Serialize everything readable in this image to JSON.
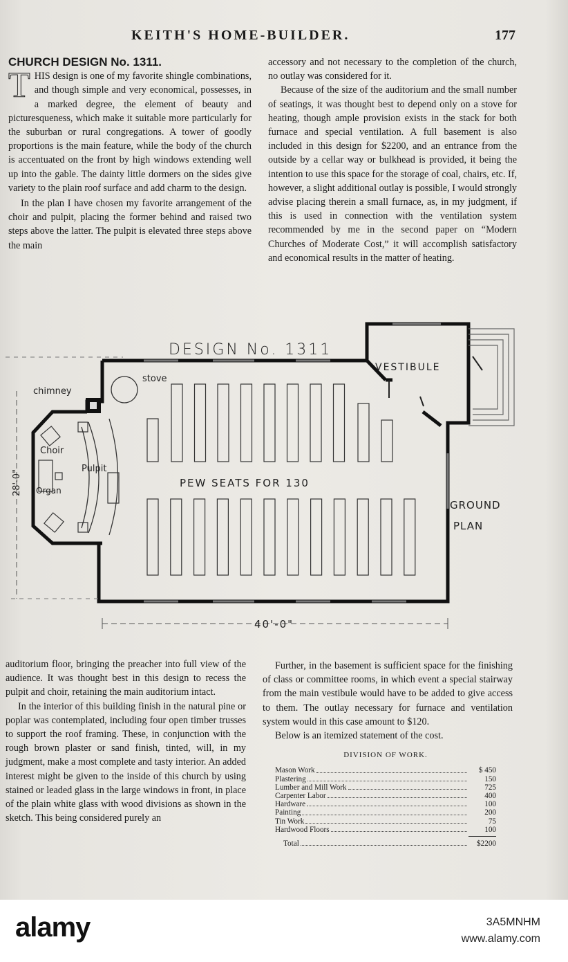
{
  "header": {
    "title": "KEITH'S HOME-BUILDER.",
    "page": "177"
  },
  "article": {
    "title": "CHURCH DESIGN No. 1311.",
    "dropcap": "T",
    "p1": "HIS design is one of my favorite shingle combinations, and though simple and very economical, possesses, in a marked degree, the element of beauty and picturesqueness, which make it suitable more particularly for the suburban or rural congregations. A tower of goodly proportions is the main feature, while the body of the church is accentuated on the front by high windows extending well up into the gable. The dainty little dormers on the sides give variety to the plain roof surface and add charm to the design.",
    "p2": "In the plan I have chosen my favorite arrangement of the choir and pulpit, placing the former behind and raised two steps above the latter. The pulpit is elevated three steps above the main",
    "r1": "accessory and not necessary to the completion of the church, no outlay was considered for it.",
    "r2": "Because of the size of the auditorium and the small number of seatings, it was thought best to depend only on a stove for heating, though ample provision exists in the stack for both furnace and special ventilation. A full basement is also included in this design for $2200, and an entrance from the outside by a cellar way or bulkhead is provided, it being the intention to use this space for the storage of coal, chairs, etc. If, however, a slight additional outlay is possible, I would strongly advise placing therein a small furnace, as, in my judgment, if this is used in connection with the ventilation system recommended by me in the second paper on “Modern Churches of Moderate Cost,” it will accomplish satisfactory and economical results in the matter of heating.",
    "b1": "auditorium floor, bringing the preacher into full view of the audience. It was thought best in this design to recess the pulpit and choir, retaining the main auditorium intact.",
    "b2": "In the interior of this building finish in the natural pine or poplar was contemplated, including four open timber trusses to support the roof framing. These, in conjunction with the rough brown plaster or sand finish, tinted, will, in my judgment, make a most complete and tasty interior. An added interest might be given to the inside of this church by using stained or leaded glass in the large windows in front, in place of the plain white glass with wood divisions as shown in the sketch. This being considered purely an",
    "b3": "Further, in the basement is sufficient space for the finishing of class or committee rooms, in which event a special stairway from the main vestibule would have to be added to give access to them. The outlay necessary for furnace and ventilation system would in this case amount to $120.",
    "b4": "Below is an itemized statement of the cost."
  },
  "plan": {
    "title": "DESIGN No. 1311",
    "vestibule": "VESTIBULE",
    "stove": "stove",
    "chimney": "chimney",
    "choir": "Choir",
    "pulpit": "Pulpit",
    "organ": "Organ",
    "pews": "PEW SEATS FOR 130",
    "ground1": "GROUND",
    "ground2": "PLAN",
    "width": "40'-0\"",
    "depth": "28'-0\""
  },
  "cost": {
    "title": "DIVISION OF WORK.",
    "items": [
      {
        "label": "Mason Work",
        "amount": "$ 450"
      },
      {
        "label": "Plastering",
        "amount": "150"
      },
      {
        "label": "Lumber and Mill Work",
        "amount": "725"
      },
      {
        "label": "Carpenter Labor",
        "amount": "400"
      },
      {
        "label": "Hardware",
        "amount": "100"
      },
      {
        "label": "Painting",
        "amount": "200"
      },
      {
        "label": "Tin Work",
        "amount": "75"
      },
      {
        "label": "Hardwood Floors",
        "amount": "100"
      }
    ],
    "total_label": "Total",
    "total": "$2200"
  },
  "watermark": {
    "logo": "alamy",
    "code": "3A5MNHM",
    "url": "www.alamy.com"
  }
}
